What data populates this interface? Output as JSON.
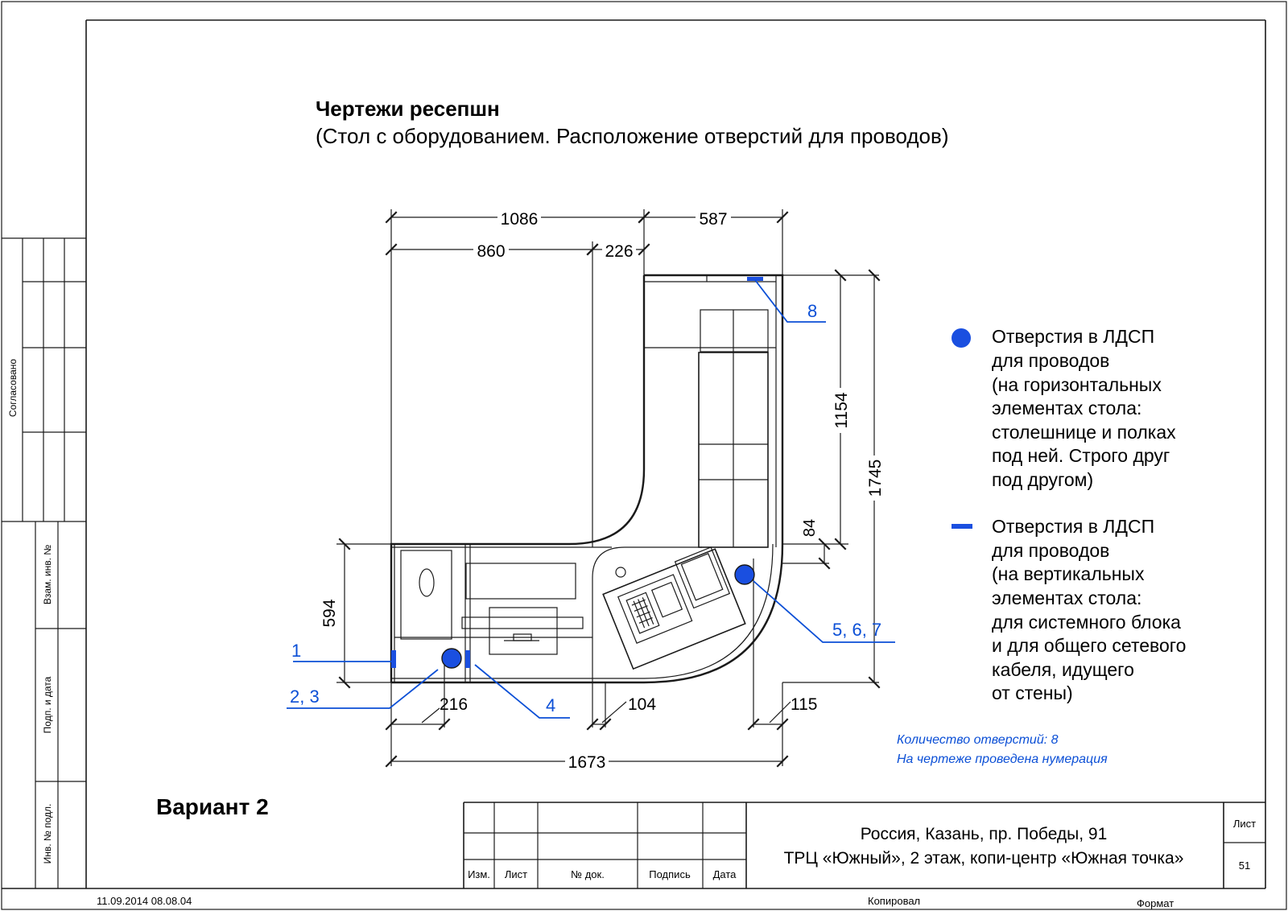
{
  "header": {
    "title": "Чертежи ресепшн",
    "subtitle": "(Стол с оборудованием. Расположение отверстий для проводов)"
  },
  "dimensions": {
    "d1086": "1086",
    "d587": "587",
    "d860": "860",
    "d226": "226",
    "d1154": "1154",
    "d1745": "1745",
    "d594": "594",
    "d84": "84",
    "d216": "216",
    "d104": "104",
    "d115": "115",
    "d1673": "1673"
  },
  "hole_labels": {
    "h1": "1",
    "h23": "2, 3",
    "h4": "4",
    "h567": "5, 6, 7",
    "h8": "8"
  },
  "legend": {
    "round_holes": [
      "Отверстия в ЛДСП",
      "для проводов",
      "(на горизонтальных",
      "элементах стола:",
      "столешнице и полках",
      "под ней. Строго друг",
      "под другом)"
    ],
    "slot_holes": [
      "Отверстия в ЛДСП",
      "для проводов",
      "(на вертикальных",
      "элементах стола:",
      "для системного блока",
      "и для общего сетевого",
      "кабеля, идущего",
      "от стены)"
    ]
  },
  "note": {
    "count": "Количество отверстий: 8",
    "numbering": "На чертеже проведена нумерация"
  },
  "variant": "Вариант 2",
  "side_stamp": {
    "agreed": "Согласовано",
    "replace_inv": "Взам. инв. №",
    "sign_date": "Подп. и дата",
    "inv_orig": "Инв. № подл."
  },
  "title_block": {
    "address_line1": "Россия, Казань, пр. Победы, 91",
    "address_line2": "ТРЦ «Южный», 2 этаж, копи-центр «Южная точка»",
    "col_change": "Изм.",
    "col_sheet": "Лист",
    "col_doc": "№ док.",
    "col_sign": "Подпись",
    "col_date": "Дата",
    "sheet_label": "Лист",
    "sheet_number": "51"
  },
  "footer": {
    "timestamp": "11.09.2014 08.08.04",
    "copied": "Копировал",
    "format": "Формат"
  },
  "colors": {
    "ink": "#1a1a1a",
    "accent_blue": "#0b4fd6",
    "hole_fill": "#1a4fe0"
  }
}
